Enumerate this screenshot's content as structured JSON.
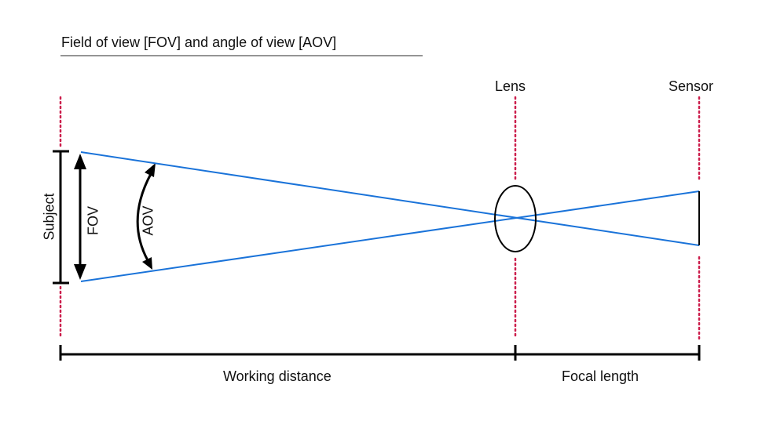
{
  "title": "Field of view [FOV] and angle of view [AOV]",
  "labels": {
    "lens": "Lens",
    "sensor": "Sensor",
    "subject": "Subject",
    "fov": "FOV",
    "aov": "AOV",
    "working_distance": "Working distance",
    "focal_length": "Focal length"
  },
  "colors": {
    "ray": "#1a73d9",
    "guide": "#cc1f4d",
    "stroke": "#000000",
    "title_rule": "#555555"
  }
}
